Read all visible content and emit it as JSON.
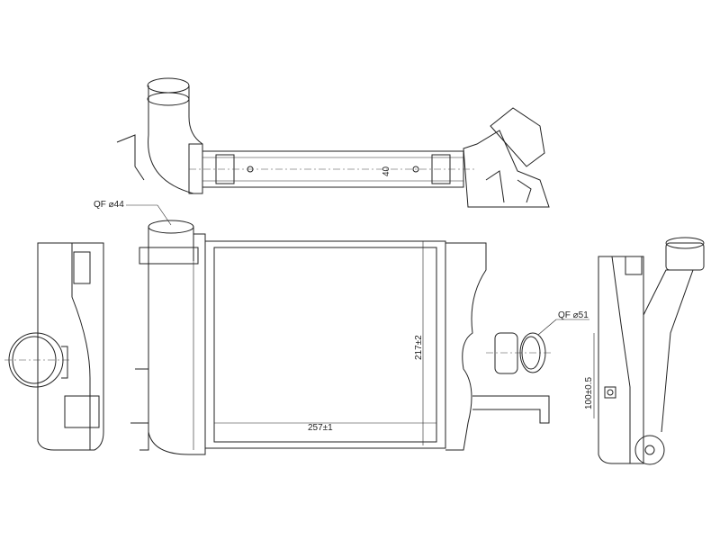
{
  "drawing": {
    "title": "Intercooler technical drawing",
    "labels": {
      "inlet_diameter": "QF ⌀44",
      "outlet_diameter": "QF ⌀51",
      "height_dimension": "40",
      "core_height": "217±2",
      "core_width": "257±1",
      "bracket_offset": "100±0.5"
    }
  }
}
